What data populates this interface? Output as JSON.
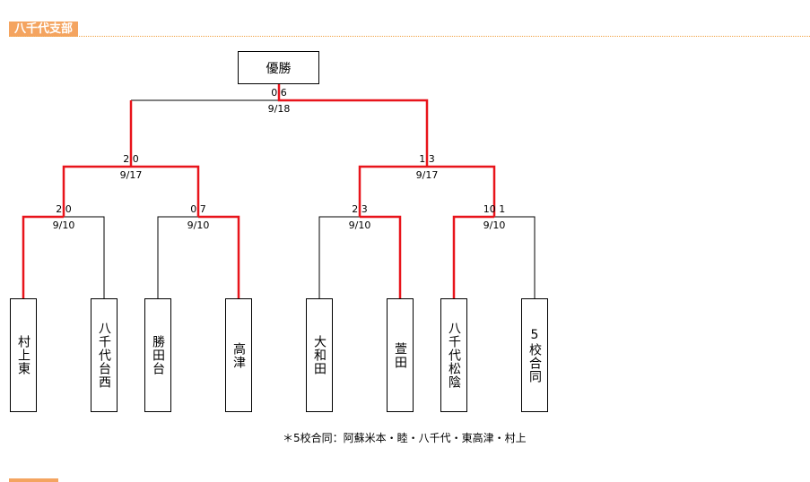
{
  "section_title": "八千代支部",
  "champion_label": "優勝",
  "teams": [
    "村上東",
    "八千代台西",
    "勝田台",
    "高津",
    "大和田",
    "萱田",
    "八千代松陰",
    "5校合同"
  ],
  "matches": {
    "r1m1": {
      "score": "2 0",
      "date": "9/10"
    },
    "r1m2": {
      "score": "0 7",
      "date": "9/10"
    },
    "r1m3": {
      "score": "2 3",
      "date": "9/10"
    },
    "r1m4": {
      "score": "10 1",
      "date": "9/10"
    },
    "sf1": {
      "score": "2 0",
      "date": "9/17"
    },
    "sf2": {
      "score": "1 3",
      "date": "9/17"
    },
    "final": {
      "score": "0 6",
      "date": "9/18"
    }
  },
  "footnote": "＊5校合同：阿蘇米本・睦・八千代・東高津・村上",
  "colors": {
    "winner_line": "#e8141b",
    "line": "#000000",
    "accent": "#f4a460"
  }
}
